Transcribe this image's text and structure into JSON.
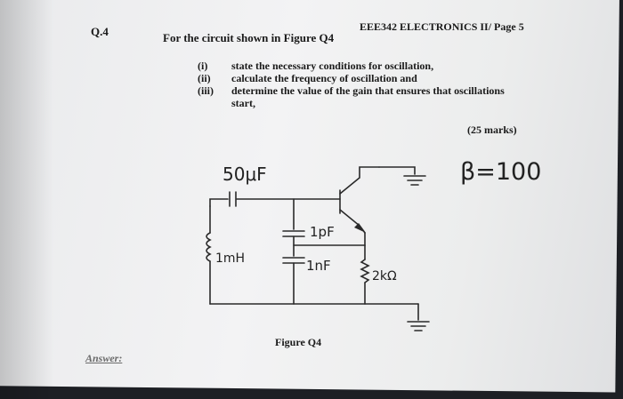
{
  "header": {
    "course": "EEE342 ELECTRONICS II/ Page 5",
    "question_number": "Q.4"
  },
  "question": {
    "intro": "For the circuit shown in Figure Q4",
    "items": [
      {
        "num": "(i)",
        "text": "state the necessary conditions for oscillation,"
      },
      {
        "num": "(ii)",
        "text": "calculate the frequency of oscillation and"
      },
      {
        "num": "(iii)",
        "text": "determine the value of the gain that ensures that oscillations"
      }
    ],
    "item3_cont": "start,",
    "marks": "(25 marks)"
  },
  "figure": {
    "caption": "Figure Q4",
    "labels": {
      "c_coupling": "50μF",
      "beta": "β=100",
      "c1": "1pF",
      "c2": "1nF",
      "inductor": "1mH",
      "resistor": "2kΩ"
    }
  },
  "footer": {
    "answer_label": "Answer:"
  }
}
